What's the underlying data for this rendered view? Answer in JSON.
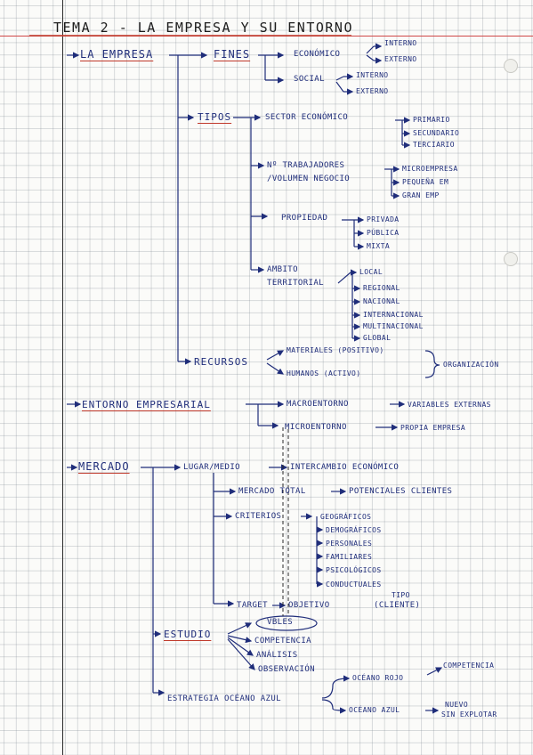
{
  "title": "TEMA 2 - LA EMPRESA Y SU ENTORNO",
  "empresa": {
    "label": "LA EMPRESA",
    "fines": {
      "label": "FINES",
      "economico": {
        "label": "ECONÓMICO",
        "interno": "INTERNO",
        "externo": "EXTERNO"
      },
      "social": {
        "label": "SOCIAL",
        "interno": "INTERNO",
        "externo": "EXTERNO"
      }
    },
    "tipos": {
      "label": "TIPOS",
      "sector": {
        "label": "SECTOR ECONÓMICO",
        "items": [
          "PRIMARIO",
          "SECUNDARIO",
          "TERCIARIO"
        ]
      },
      "trabajadores": {
        "line1": "Nº TRABAJADORES",
        "line2": "/VOLUMEN NEGOCIO",
        "items": [
          "MICROEMPRESA",
          "PEQUEÑA EM",
          "GRAN EMP"
        ]
      },
      "propiedad": {
        "label": "PROPIEDAD",
        "items": [
          "PRIVADA",
          "PÚBLICA",
          "MIXTA"
        ]
      },
      "ambito": {
        "line1": "AMBITO",
        "line2": "TERRITORIAL",
        "items": [
          "LOCAL",
          "REGIONAL",
          "NACIONAL",
          "INTERNACIONAL",
          "MULTINACIONAL",
          "GLOBAL"
        ]
      }
    },
    "recursos": {
      "label": "RECURSOS",
      "materiales": "MATERIALES (POSITIVO)",
      "humanos": "HUMANOS (ACTIVO)",
      "organizacion": "ORGANIZACIÓN"
    }
  },
  "entorno": {
    "label": "ENTORNO EMPRESARIAL",
    "macro": {
      "label": "MACROENTORNO",
      "result": "VARIABLES EXTERNAS"
    },
    "micro": {
      "label": "MICROENTORNO",
      "result": "PROPIA EMPRESA"
    }
  },
  "mercado": {
    "label": "MERCADO",
    "lugar": {
      "label": "LUGAR/MEDIO",
      "result": "INTERCAMBIO ECONÓMICO"
    },
    "total": {
      "label": "MERCADO TOTAL",
      "result": "POTENCIALES CLIENTES"
    },
    "criterios": {
      "label": "CRITERIOS",
      "items": [
        "GEOGRÁFICOS",
        "DEMOGRÁFICOS",
        "PERSONALES",
        "FAMILIARES",
        "PSICOLÓGICOS",
        "CONDUCTUALES"
      ]
    },
    "target": {
      "label": "TARGET",
      "result": "OBJETIVO",
      "note_top": "TIPO",
      "note": "(CLIENTE)"
    },
    "estudio": {
      "label": "ESTUDIO",
      "items": [
        "VBLES",
        "COMPETENCIA",
        "ANÁLISIS",
        "OBSERVACIÓN"
      ]
    },
    "estrategia": {
      "label": "ESTRATEGIA OCÉANO AZUL",
      "rojo": {
        "label": "OCÉANO ROJO",
        "result": "COMPETENCIA"
      },
      "azul": {
        "label": "OCÉANO AZUL",
        "result1": "NUEVO",
        "result2": "SIN EXPLOTAR"
      }
    }
  }
}
